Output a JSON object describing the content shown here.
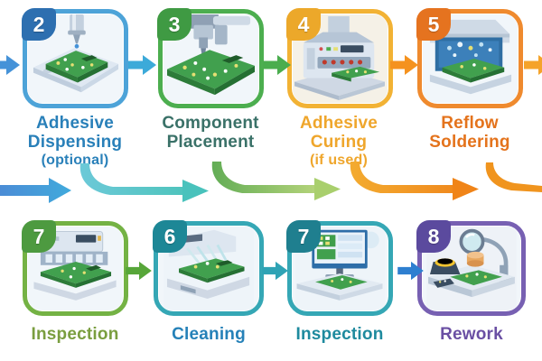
{
  "flow": {
    "top_steps": [
      {
        "number": "2",
        "line1": "Adhesive",
        "line2": "Dispensing",
        "note": "(optional)",
        "border_color": "#4da3d8",
        "badge_color": "#2d6fb0",
        "text_color": "#2980b9",
        "illustration": "adhesive-dispensing-machine"
      },
      {
        "number": "3",
        "line1": "Component",
        "line2": "Placement",
        "note": "",
        "border_color": "#4cae4f",
        "badge_color": "#3f9a43",
        "text_color": "#3a7168",
        "illustration": "pick-and-place-machine"
      },
      {
        "number": "4",
        "line1": "Adhesive",
        "line2": "Curing",
        "note": "(if used)",
        "border_color": "#f2b234",
        "badge_color": "#eca82a",
        "text_color": "#efa62c",
        "illustration": "adhesive-curing-oven"
      },
      {
        "number": "5",
        "line1": "Reflow",
        "line2": "Soldering",
        "note": "",
        "border_color": "#ef8a2e",
        "badge_color": "#e5731f",
        "text_color": "#e4731c",
        "illustration": "reflow-soldering-oven"
      }
    ],
    "bottom_steps": [
      {
        "number": "7",
        "line1": "Inspection",
        "border_color": "#74b244",
        "badge_color": "#4d9a40",
        "text_color": "#7a9e3f",
        "illustration": "aoi-inspection-machine"
      },
      {
        "number": "6",
        "line1": "Cleaning",
        "border_color": "#35a7b5",
        "badge_color": "#1d8796",
        "text_color": "#2581b8",
        "illustration": "cleaning-machine"
      },
      {
        "number": "7",
        "line1": "Inspection",
        "border_color": "#35a7b5",
        "badge_color": "#1f7f8f",
        "text_color": "#1e8a9e",
        "illustration": "inspection-workstation-monitor"
      },
      {
        "number": "8",
        "line1": "Rework",
        "border_color": "#7760b2",
        "badge_color": "#5b4a9e",
        "text_color": "#6a4fa3",
        "illustration": "rework-bench-magnifier-lamp"
      }
    ],
    "arrows": {
      "top": [
        {
          "name": "flow-entry",
          "color": "#4592d8"
        },
        {
          "name": "dispensing-to-placement",
          "color": "#3caad9"
        },
        {
          "name": "placement-to-curing",
          "color": "#4aad4e"
        },
        {
          "name": "curing-to-reflow",
          "color": "#f5921e"
        },
        {
          "name": "reflow-exit",
          "color": "#f5a32a"
        }
      ],
      "middle": [
        {
          "name": "row-transition-straight",
          "color": "#4592d8"
        },
        {
          "name": "swoosh-teal",
          "color": "#49c2bc"
        },
        {
          "name": "swoosh-green",
          "color": "#a9cf6d"
        },
        {
          "name": "swoosh-orange",
          "color": "#f08418"
        },
        {
          "name": "swoosh-orange-exit",
          "color": "#f0941e"
        }
      ],
      "bottom": [
        {
          "name": "inspection-to-cleaning",
          "color": "#57a639"
        },
        {
          "name": "cleaning-to-inspection",
          "color": "#2fa3b5"
        },
        {
          "name": "inspection-to-rework",
          "color": "#2e7fd0"
        }
      ]
    }
  }
}
